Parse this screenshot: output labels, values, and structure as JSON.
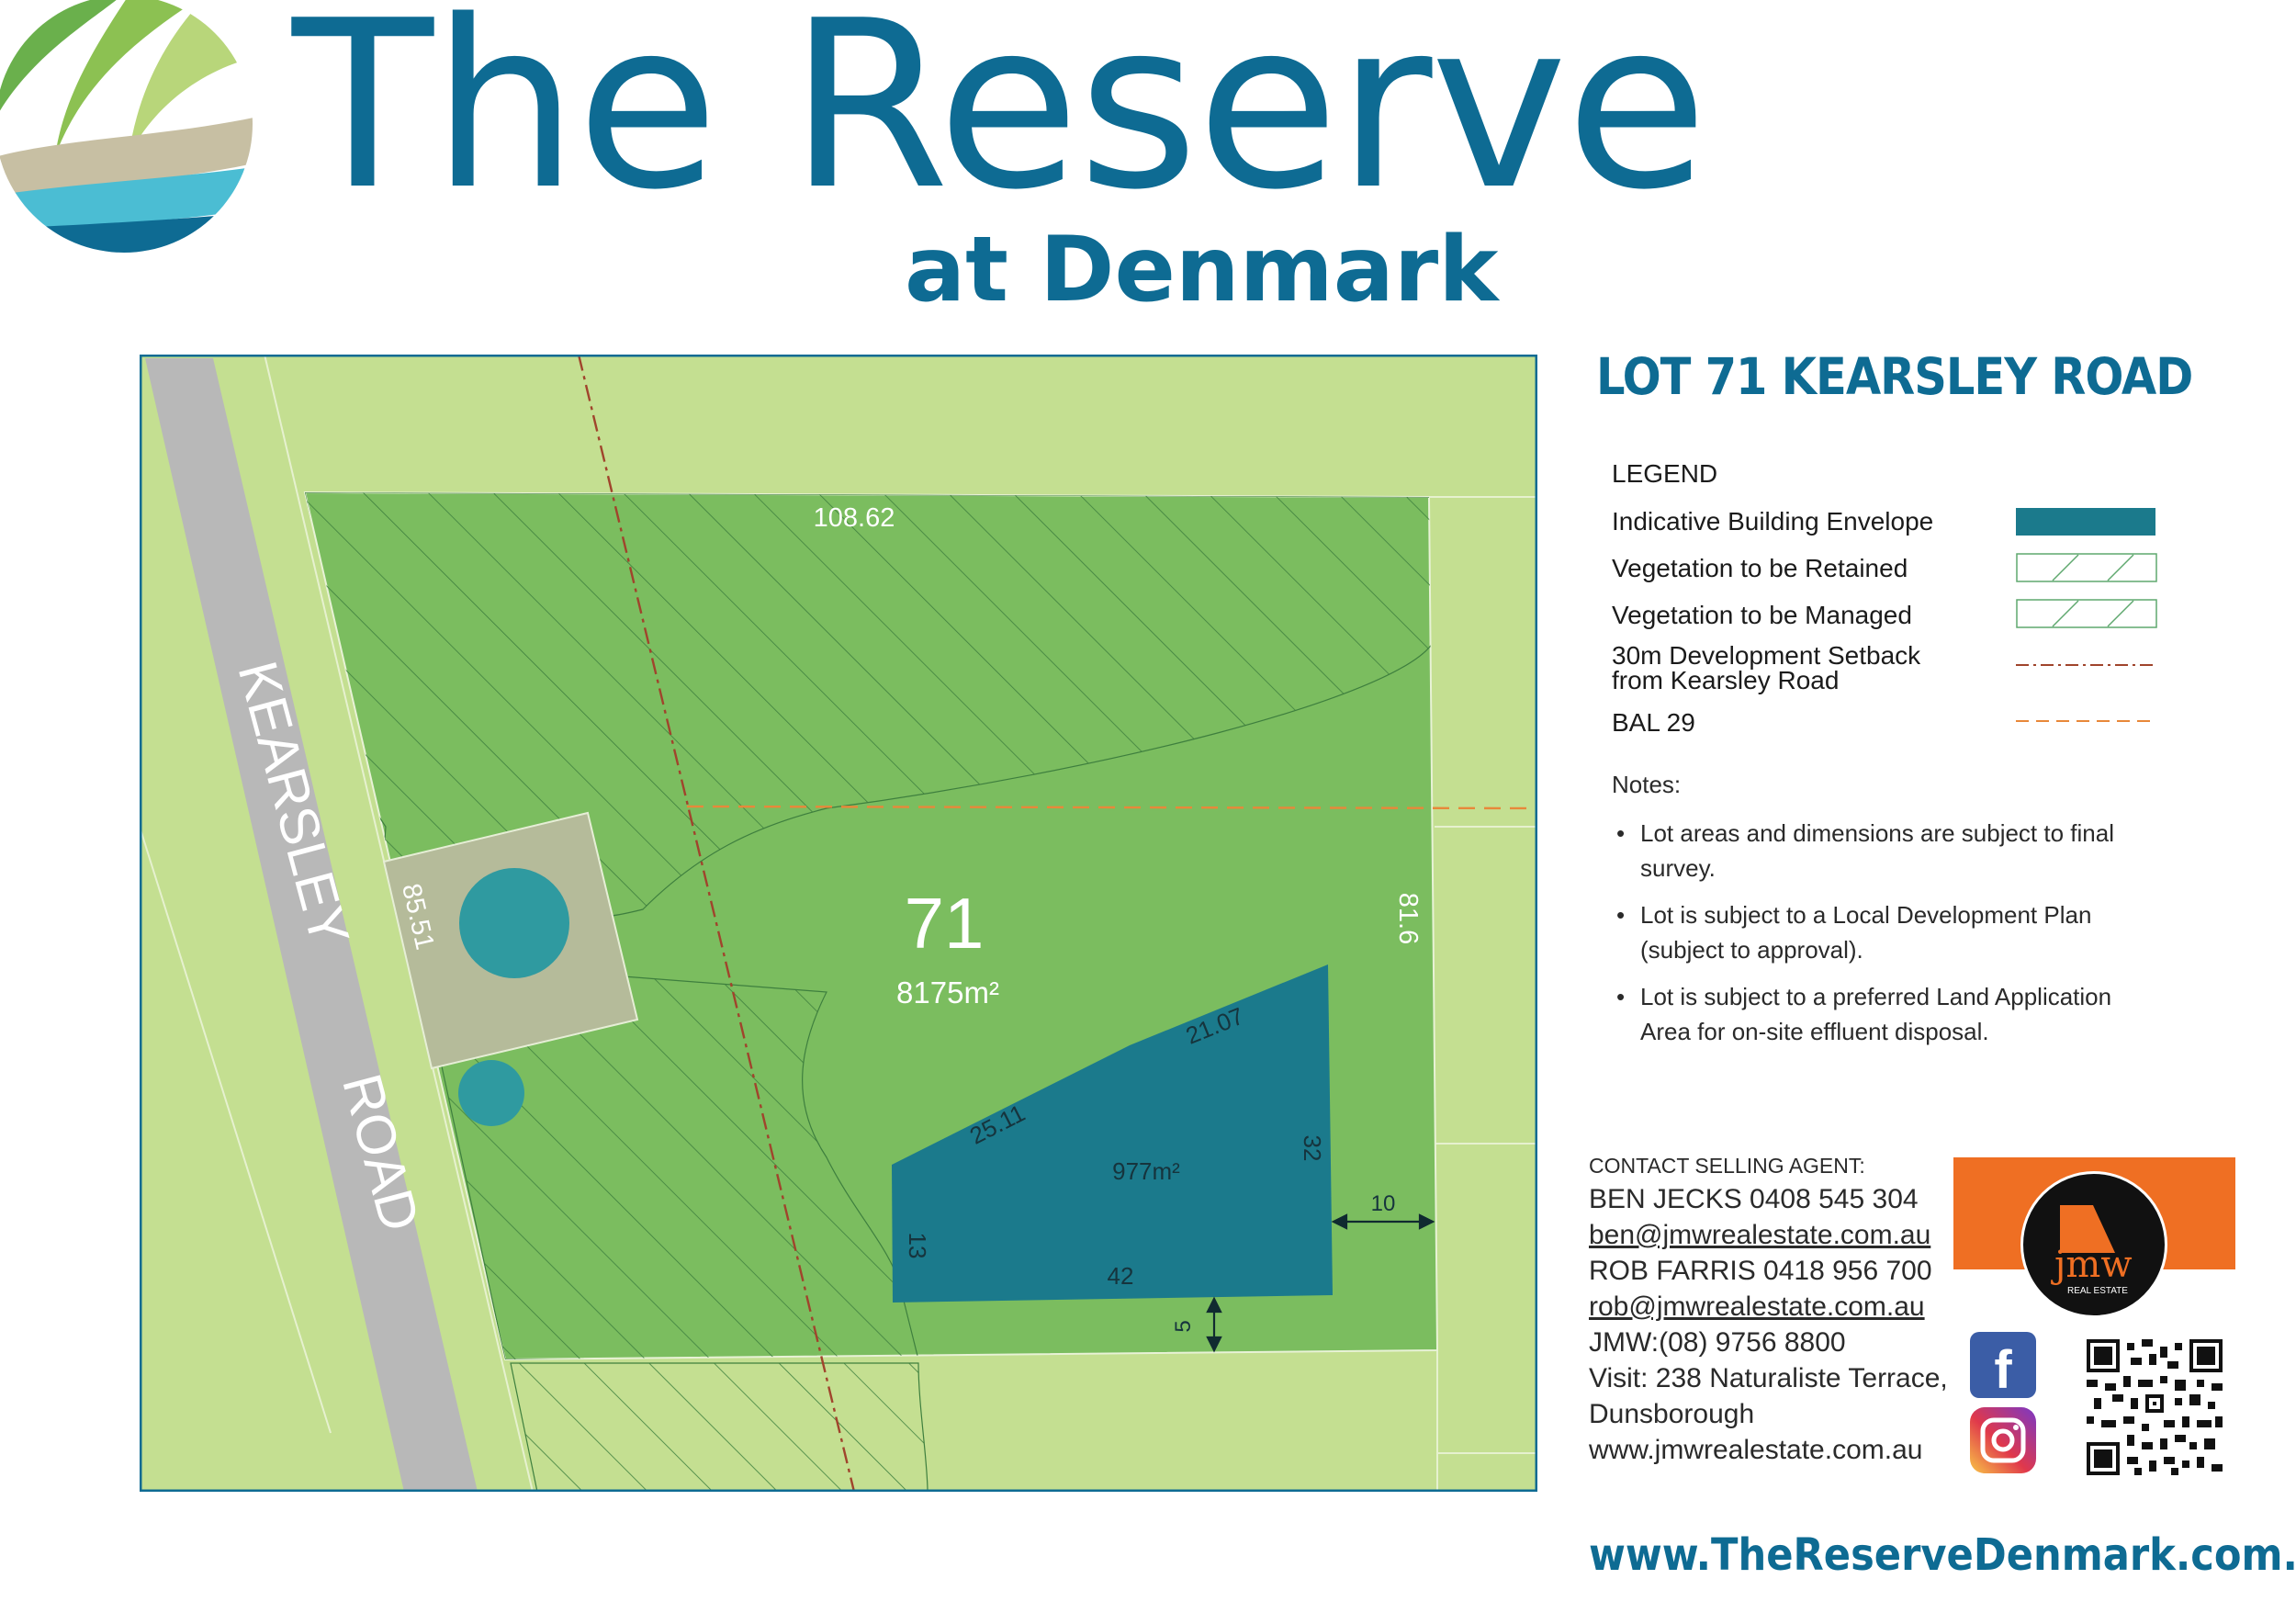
{
  "brand": {
    "title": "The Reserve",
    "subtitle": "at Denmark"
  },
  "lot": {
    "heading": "LOT 71 KEARSLEY ROAD",
    "number": "71",
    "area": "8175m²",
    "envelope_area": "977m²"
  },
  "road": {
    "name_top": "KEARSLEY",
    "name_bottom": "ROAD"
  },
  "dimensions": {
    "north": "108.62",
    "west": "85.51",
    "east": "81.6",
    "env_upper": "21.07",
    "env_upper_left": "25.11",
    "env_right": "32",
    "env_left": "13",
    "env_bottom": "42",
    "setback_east": "10",
    "setback_south": "5"
  },
  "legend": {
    "title": "LEGEND",
    "items": [
      {
        "label": "Indicative Building Envelope"
      },
      {
        "label": "Vegetation to be Retained"
      },
      {
        "label": "Vegetation to be Managed"
      },
      {
        "label": "30m Development Setback",
        "label2": "from Kearsley Road"
      },
      {
        "label": "BAL 29"
      }
    ]
  },
  "notes": {
    "title": "Notes:",
    "items": [
      {
        "line1": "Lot areas and dimensions are subject to final",
        "line2": "survey."
      },
      {
        "line1": "Lot is subject to a Local Development Plan",
        "line2": "(subject to approval)."
      },
      {
        "line1": "Lot is subject to a preferred Land Application",
        "line2": "Area for on-site effluent disposal."
      }
    ]
  },
  "contact": {
    "heading": "CONTACT SELLING AGENT:",
    "agent1": "BEN JECKS   0408 545 304",
    "email1": "ben@jmwrealestate.com.au",
    "agent2": "ROB FARRIS  0418 956 700",
    "email2": "rob@jmwrealestate.com.au",
    "office": "JMW:(08) 9756 8800",
    "visit": "Visit: 238 Naturaliste Terrace,",
    "town": "Dunsborough",
    "web": "www.jmwrealestate.com.au"
  },
  "agency_logo": {
    "text": "jmw",
    "subtext": "REAL ESTATE"
  },
  "website": "www.TheReserveDenmark.com.au",
  "colors": {
    "brand": "#0e6b93",
    "map_light": "#c4df91",
    "map_lot": "#7bbd5f",
    "envelope": "#1b7a8c",
    "road": "#b8b8b8",
    "setback_line": "#a0442c",
    "bal_line": "#e8883a",
    "agency_orange": "#ef6f23"
  },
  "icons": [
    "logo-leaf-icon",
    "facebook-icon",
    "instagram-icon",
    "qr-code-icon"
  ]
}
